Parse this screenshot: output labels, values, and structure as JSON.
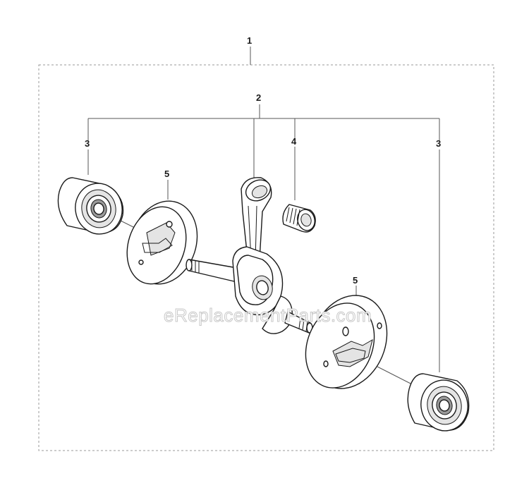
{
  "assembly_label": "1",
  "callouts": {
    "crankshaft": "2",
    "bearing_left": "3",
    "bearing_right": "3",
    "needle_bearing": "4",
    "flywheel_left": "5",
    "flywheel_right": "5"
  },
  "watermark": "eReplacementParts.com",
  "colors": {
    "line": "#1a1a1a",
    "frame": "#9a9a9a",
    "watermark_outline": "#c8c8c8"
  }
}
